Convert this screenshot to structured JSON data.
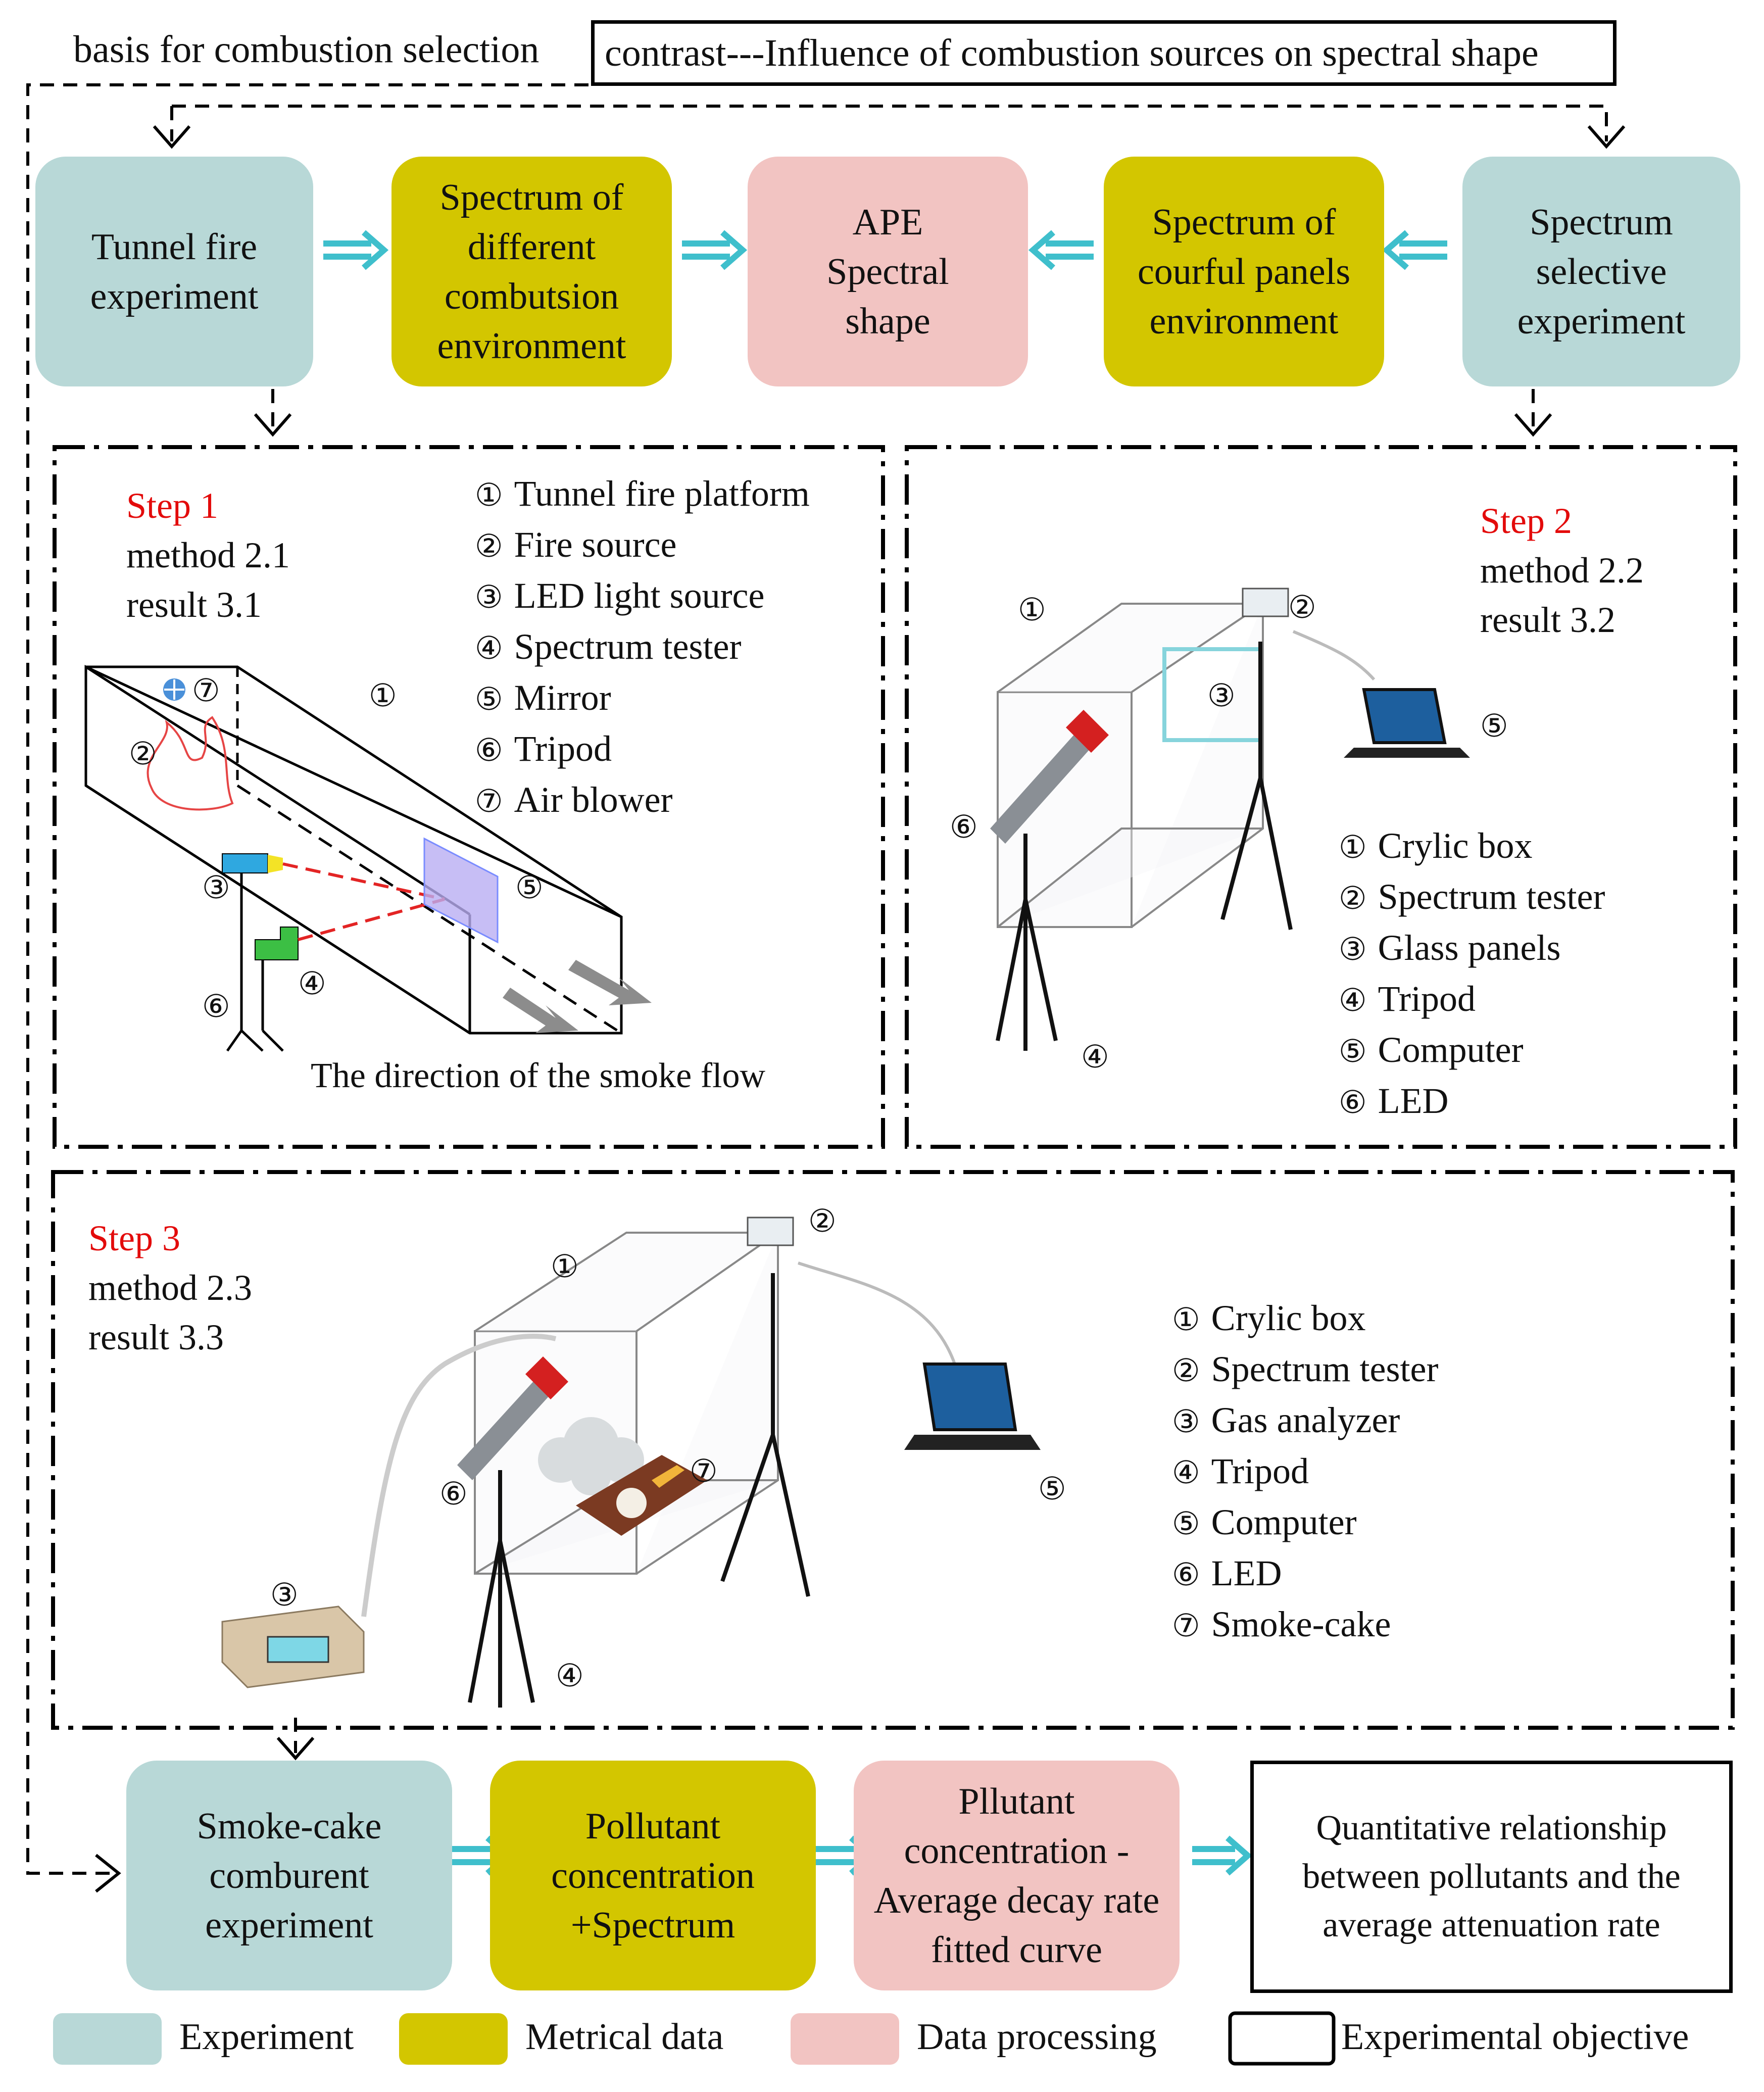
{
  "header": {
    "basis": "basis for combustion selection",
    "contrast": "contrast---Influence of combustion sources on spectral shape"
  },
  "top_row": {
    "tunnel": "Tunnel fire\nexperiment",
    "spectrum_diff": "Spectrum of\ndifferent\ncombutsion\nenvironment",
    "ape": "APE\nSpectral\nshape",
    "spectrum_panels": "Spectrum of\ncourful panels\nenvironment",
    "selective": "Spectrum\nselective\nexperiment"
  },
  "step1": {
    "step": "Step 1",
    "method": "method 2.1",
    "result": "result 3.1",
    "items": [
      "Tunnel fire platform",
      "Fire source",
      "LED light source",
      "Spectrum tester",
      "Mirror",
      "Tripod",
      "Air blower"
    ],
    "smoke_caption": "The direction of the smoke flow"
  },
  "step2": {
    "step": "Step 2",
    "method": "method 2.2",
    "result": "result 3.2",
    "items": [
      "Crylic box",
      "Spectrum tester",
      "Glass panels",
      "Tripod",
      "Computer",
      "LED"
    ]
  },
  "step3": {
    "step": "Step 3",
    "method": "method 2.3",
    "result": "result 3.3",
    "items": [
      "Crylic box",
      "Spectrum tester",
      "Gas analyzer",
      "Tripod",
      "Computer",
      "LED",
      "Smoke-cake"
    ]
  },
  "circled": [
    "①",
    "②",
    "③",
    "④",
    "⑤",
    "⑥",
    "⑦"
  ],
  "bottom_row": {
    "smoke_cake": "Smoke-cake\ncomburent\nexperiment",
    "pollutant": "Pollutant\nconcentration\n+Spectrum",
    "fitted": "Pllutant\nconcentration -\nAverage decay rate\nfitted curve",
    "objective": "Quantitative relationship\nbetween  pollutants and the\naverage attenuation rate"
  },
  "legend": {
    "experiment": "Experiment",
    "metrical": "Metrical data",
    "processing": "Data processing",
    "objective": "Experimental objective"
  },
  "colors": {
    "experiment": "#b8d8d7",
    "metrical": "#d3c600",
    "processing": "#f2c4c2",
    "arrow": "#3fbfcc",
    "step_label": "#e30b0b"
  }
}
